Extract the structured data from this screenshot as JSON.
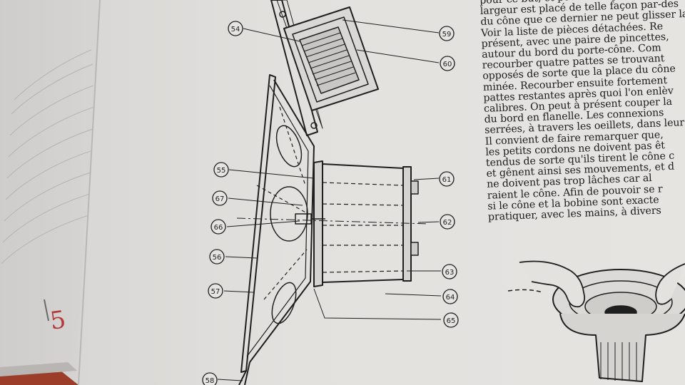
{
  "document": {
    "text_lines": [
      "pour ce but, et pourvu de pattes de",
      "largeur est placé de telle façon par-des",
      "du cône que ce dernier ne peut glisser la",
      "Voir la liste de pièces détachées. Re",
      "présent, avec une paire de pincettes,",
      "autour du bord du porte-cône. Com",
      "recourber quatre pattes se trouvant",
      "opposés de sorte que la place du cône",
      "minée. Recourber ensuite fortement",
      "pattes restantes après quoi l'on enlèv",
      "calibres. On peut à présent couper la",
      "du bord en flanelle. Les connexions",
      "serrées, à travers les oeillets, dans leurs",
      "Il convient de faire remarquer que,",
      "les petits cordons ne doivent pas êt",
      "tendus de sorte qu'ils tirent le cône c",
      "et gênent ainsi ses mouvements, et d",
      "ne doivent pas trop lâches car al",
      "raient le cône. Afin de pouvoir se r",
      "si le cône et la bobine sont exacte",
      "pratiquer, avec les mains, à divers"
    ],
    "callouts": [
      "54",
      "59",
      "60",
      "55",
      "61",
      "67",
      "66",
      "62",
      "56",
      "63",
      "57",
      "64",
      "65",
      "58"
    ],
    "margin_note": "5",
    "colors": {
      "paper": "#e4e2df",
      "ink": "#1f1f1f",
      "left_page": "#d6d4d2",
      "cover": "#9c3d2a",
      "handwriting": "#b23a3a"
    }
  }
}
